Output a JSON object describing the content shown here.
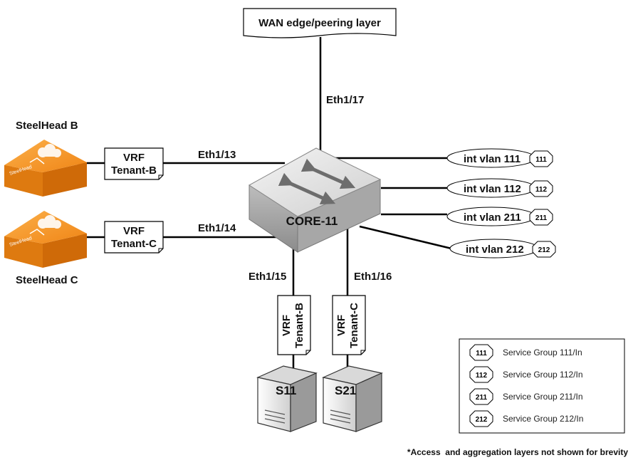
{
  "wan": {
    "label": "WAN edge/peering layer"
  },
  "core": {
    "label": "CORE-11"
  },
  "links": {
    "eth17": "Eth1/17",
    "eth13": "Eth1/13",
    "eth14": "Eth1/14",
    "eth15": "Eth1/15",
    "eth16": "Eth1/16"
  },
  "steelheads": {
    "b": {
      "label": "SteelHead B",
      "logo_text": "SteelHead"
    },
    "c": {
      "label": "SteelHead C",
      "logo_text": "SteelHead"
    }
  },
  "vrf_tags": {
    "b_h": {
      "line1": "VRF",
      "line2": "Tenant-B"
    },
    "c_h": {
      "line1": "VRF",
      "line2": "Tenant-C"
    },
    "b_v": {
      "line1": "VRF",
      "line2": "Tenant-B"
    },
    "c_v": {
      "line1": "VRF",
      "line2": "Tenant-C"
    }
  },
  "vlans": [
    {
      "label": "int vlan 111",
      "sg": "111"
    },
    {
      "label": "int vlan 112",
      "sg": "112"
    },
    {
      "label": "int vlan 211",
      "sg": "211"
    },
    {
      "label": "int vlan 212",
      "sg": "212"
    }
  ],
  "servers": {
    "s11": "S11",
    "s21": "S21"
  },
  "legend": [
    {
      "badge": "111",
      "text": "Service Group 111/In"
    },
    {
      "badge": "112",
      "text": "Service Group 112/In"
    },
    {
      "badge": "211",
      "text": "Service Group 211/In"
    },
    {
      "badge": "212",
      "text": "Service Group 212/In"
    }
  ],
  "footnote": "*Access  and aggregation layers not shown for brevity",
  "colors": {
    "steelhead_orange": "#f28a1a",
    "steelhead_orange_dark": "#d96f08",
    "switch_gray": "#d4d4d4",
    "line": "#000000"
  }
}
